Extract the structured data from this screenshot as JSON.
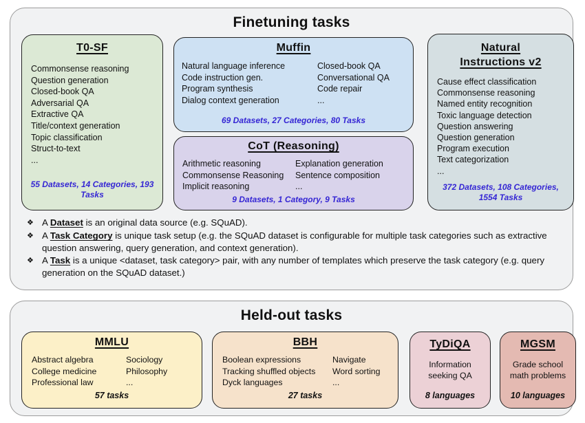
{
  "colors": {
    "stats_blue": "#3526d4",
    "panel_bg": "#f1f2f3",
    "panel_border": "#9b9b9b",
    "t0sf_bg": "#dce9d5",
    "muffin_bg": "#cee1f3",
    "cot_bg": "#d9d3eb",
    "niv2_bg": "#d5dfe2",
    "mmlu_bg": "#fcf0c8",
    "bbh_bg": "#f6e2cb",
    "tydiqa_bg": "#ecd1d6",
    "mgsm_bg": "#e4bab2"
  },
  "finetuning": {
    "title": "Finetuning tasks",
    "bullet_glyph": "❖",
    "t0sf": {
      "title": "T0-SF",
      "items": [
        "Commonsense reasoning",
        "Question generation",
        "Closed-book QA",
        "Adversarial QA",
        "Extractive QA",
        "Title/context generation",
        "Topic classification",
        "Struct-to-text",
        "..."
      ],
      "stats": "55 Datasets, 14 Categories, 193 Tasks"
    },
    "muffin": {
      "title": "Muffin",
      "left": [
        "Natural language inference",
        "Code instruction gen.",
        "Program synthesis",
        "Dialog context generation"
      ],
      "right": [
        "Closed-book QA",
        "Conversational QA",
        "Code repair",
        "..."
      ],
      "stats": "69 Datasets, 27 Categories, 80 Tasks"
    },
    "cot": {
      "title": "CoT (Reasoning)",
      "left": [
        "Arithmetic reasoning",
        "Commonsense Reasoning",
        "Implicit reasoning"
      ],
      "right": [
        "Explanation generation",
        "Sentence composition",
        "..."
      ],
      "stats": "9 Datasets, 1 Category, 9 Tasks"
    },
    "niv2": {
      "title": "Natural Instructions v2",
      "items": [
        "Cause effect classification",
        "Commonsense reasoning",
        "Named entity recognition",
        "Toxic language detection",
        "Question answering",
        "Question generation",
        "Program execution",
        "Text categorization",
        "..."
      ],
      "stats": "372 Datasets, 108 Categories, 1554 Tasks"
    },
    "bullets": [
      {
        "prefix": "A ",
        "term": "Dataset",
        "rest": " is an original data source (e.g. SQuAD)."
      },
      {
        "prefix": "A ",
        "term": "Task Category",
        "rest": " is unique task setup (e.g. the SQuAD dataset is configurable for multiple task categories such as extractive question answering, query generation, and context generation)."
      },
      {
        "prefix": "A ",
        "term": "Task",
        "rest": " is a unique <dataset, task category> pair, with any number of templates which preserve the task category (e.g. query generation on the SQuAD dataset.)"
      }
    ]
  },
  "heldout": {
    "title": "Held-out tasks",
    "mmlu": {
      "title": "MMLU",
      "left": [
        "Abstract algebra",
        "College medicine",
        "Professional law"
      ],
      "right": [
        "Sociology",
        "Philosophy",
        "..."
      ],
      "stats": "57 tasks"
    },
    "bbh": {
      "title": "BBH",
      "left": [
        "Boolean expressions",
        "Tracking shuffled objects",
        "Dyck languages"
      ],
      "right": [
        "Navigate",
        "Word sorting",
        "..."
      ],
      "stats": "27 tasks"
    },
    "tydiqa": {
      "title": "TyDiQA",
      "desc": "Information seeking QA",
      "stats": "8 languages"
    },
    "mgsm": {
      "title": "MGSM",
      "desc": "Grade school math problems",
      "stats": "10 languages"
    }
  }
}
